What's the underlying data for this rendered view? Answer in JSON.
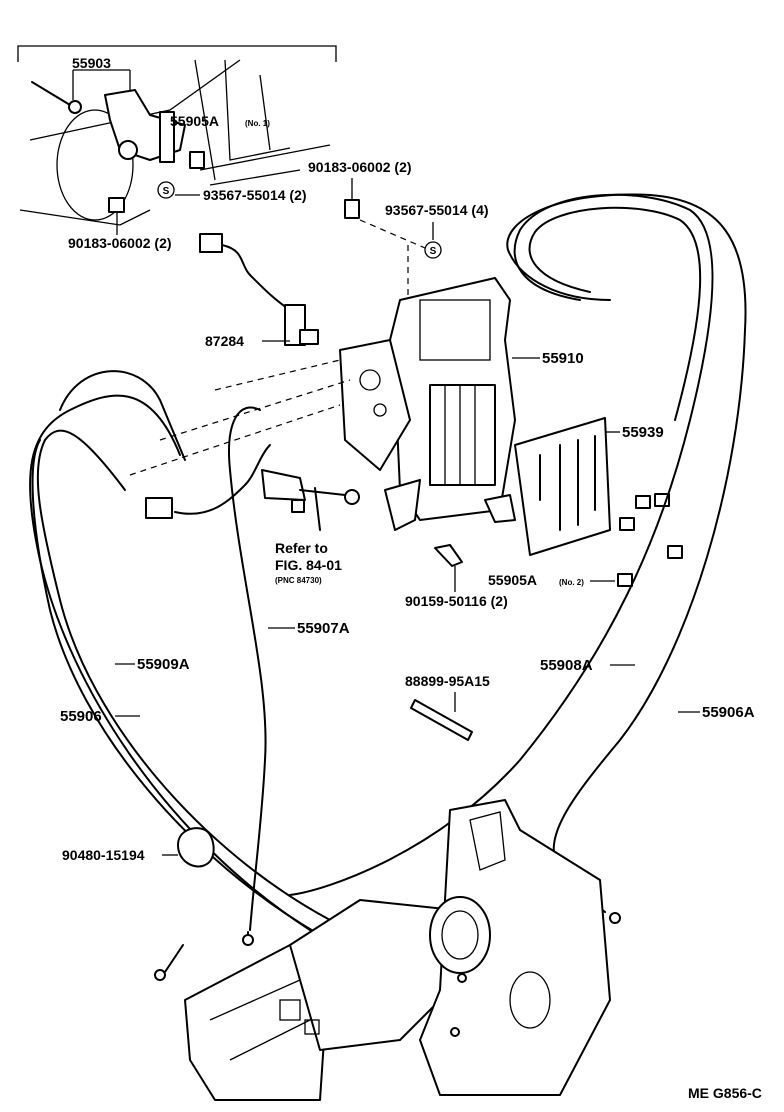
{
  "labels": {
    "p55903": "55903",
    "p55905a_no1": "55905A",
    "p55905a_no1_note": "(No. 1)",
    "p93567_top": "93567-55014 (2)",
    "p90183_left": "90183-06002 (2)",
    "p90183_top": "90183-06002 (2)",
    "p93567_right": "93567-55014 (4)",
    "p87284": "87284",
    "p55910": "55910",
    "p55939": "55939",
    "refer_to": "Refer to",
    "fig_ref": "FIG. 84-01",
    "pnc_ref": "(PNC 84730)",
    "p55905a_no2": "55905A",
    "p55905a_no2_note": "(No. 2)",
    "p90159": "90159-50116 (2)",
    "p55907a": "55907A",
    "p55909a": "55909A",
    "p55906": "55906",
    "p55908a": "55908A",
    "p88899": "88899-95A15",
    "p55906a": "55906A",
    "p90480": "90480-15194",
    "fig_code": "ME G856-C"
  }
}
